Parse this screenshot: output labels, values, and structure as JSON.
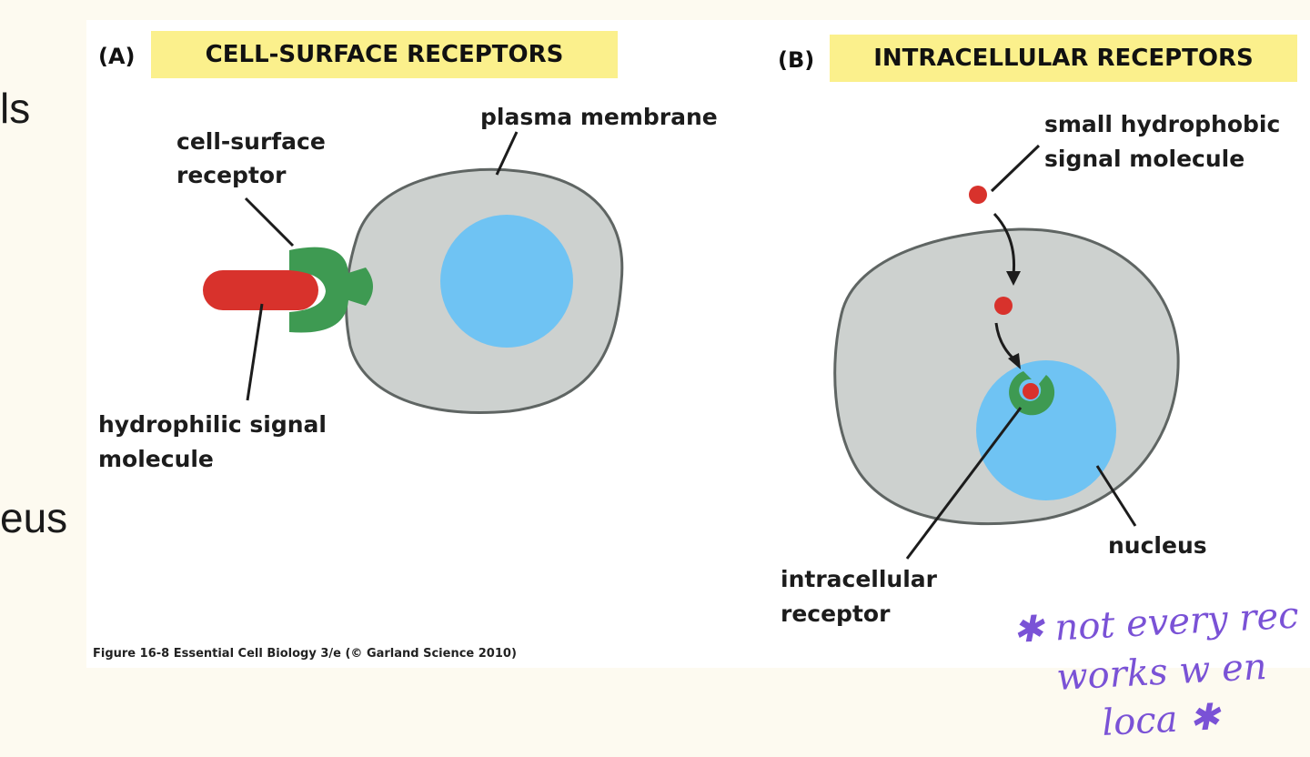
{
  "background": {
    "fragment_top": "ls",
    "fragment_bottom": "eus"
  },
  "panel_a": {
    "letter": "(A)",
    "title": "CELL-SURFACE RECEPTORS",
    "labels": {
      "plasma_membrane": "plasma membrane",
      "receptor_line1": "cell-surface",
      "receptor_line2": "receptor",
      "signal_line1": "hydrophilic signal",
      "signal_line2": "molecule"
    }
  },
  "panel_b": {
    "letter": "(B)",
    "title": "INTRACELLULAR RECEPTORS",
    "labels": {
      "signal_line1": "small hydrophobic",
      "signal_line2": "signal molecule",
      "nucleus": "nucleus",
      "receptor_line1": "intracellular",
      "receptor_line2": "receptor"
    }
  },
  "caption": "Figure 16-8 Essential Cell Biology 3/e (© Garland Science 2010)",
  "handwritten_note": {
    "line1": "✱ not every rec",
    "line2": "works w en",
    "line3": "loca ✱"
  },
  "colors": {
    "cell_fill": "#cdd1cf",
    "cell_stroke": "#5f6563",
    "nucleus": "#6fc3f3",
    "receptor": "#3e9a52",
    "signal": "#d8322c",
    "banner": "#fbf08c",
    "ink": "#7a52d6"
  }
}
